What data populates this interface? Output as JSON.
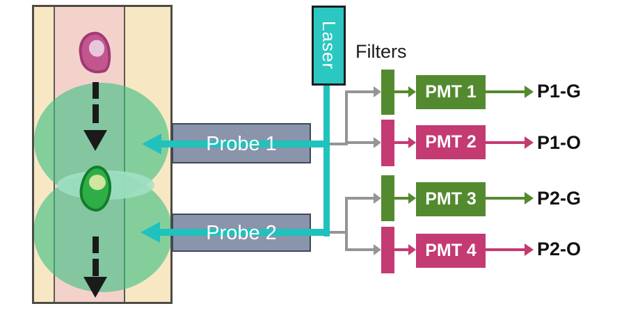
{
  "laser": {
    "label": "Laser",
    "color": "#2bc7c1"
  },
  "filters": {
    "label": "Filters",
    "items": [
      {
        "name": "filter-1",
        "color": "#538a2f"
      },
      {
        "name": "filter-2",
        "color": "#c43a72"
      },
      {
        "name": "filter-3",
        "color": "#538a2f"
      },
      {
        "name": "filter-4",
        "color": "#c43a72"
      }
    ]
  },
  "probes": [
    {
      "label": "Probe 1"
    },
    {
      "label": "Probe 2"
    }
  ],
  "detectors": [
    {
      "label": "PMT 1",
      "output": "P1-G",
      "color": "#538a2f"
    },
    {
      "label": "PMT 2",
      "output": "P1-O",
      "color": "#c43a72"
    },
    {
      "label": "PMT 3",
      "output": "P2-G",
      "color": "#538a2f"
    },
    {
      "label": "PMT 4",
      "output": "P2-O",
      "color": "#c43a72"
    }
  ],
  "flow_cell": {
    "wall_color": "#f8e7c3",
    "channel_color": "#f3d2cb",
    "detection_spot_color": "#3ebe85",
    "cells": [
      {
        "name": "magenta-cell",
        "body_color": "#c2568f",
        "nucleus_color": "#e7c8da"
      },
      {
        "name": "green-cell",
        "body_color": "#2fae47",
        "nucleus_color": "#cfe5a0"
      }
    ]
  },
  "colors": {
    "beam_cyan": "#1fc2bc",
    "probe_box": "#8a94ab",
    "connector_gray": "#959595",
    "flow_arrow_black": "#1a1a1a"
  }
}
